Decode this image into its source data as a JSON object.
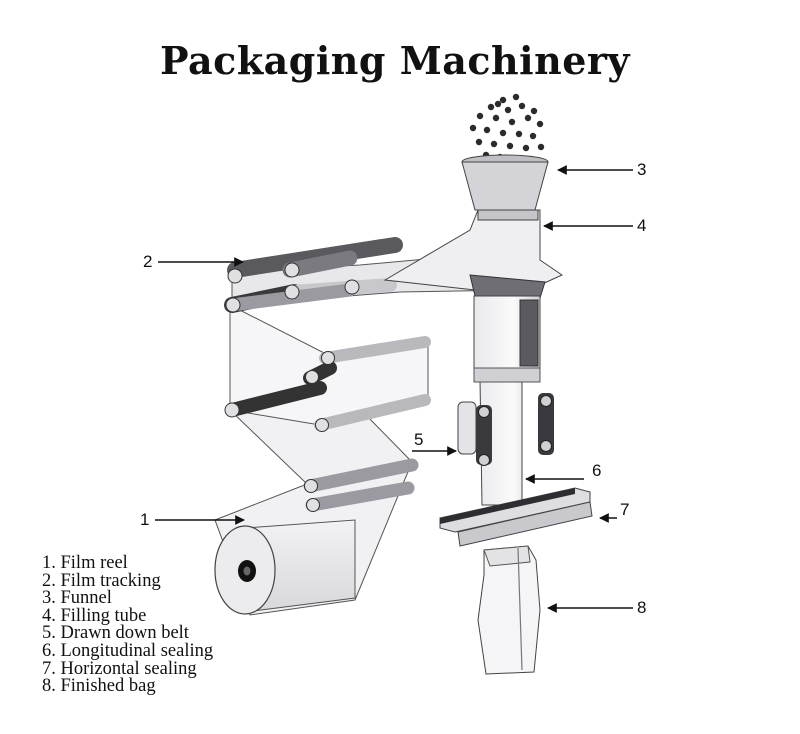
{
  "title": "Packaging Machinery",
  "callouts": [
    "1",
    "2",
    "3",
    "4",
    "5",
    "6",
    "7",
    "8"
  ],
  "legend": [
    "1. Film reel",
    "2. Film tracking",
    "3. Funnel",
    "4. Filling tube",
    "5. Drawn down belt",
    "6. Longitudinal sealing",
    "7. Horizontal sealing",
    "8. Finished bag"
  ]
}
